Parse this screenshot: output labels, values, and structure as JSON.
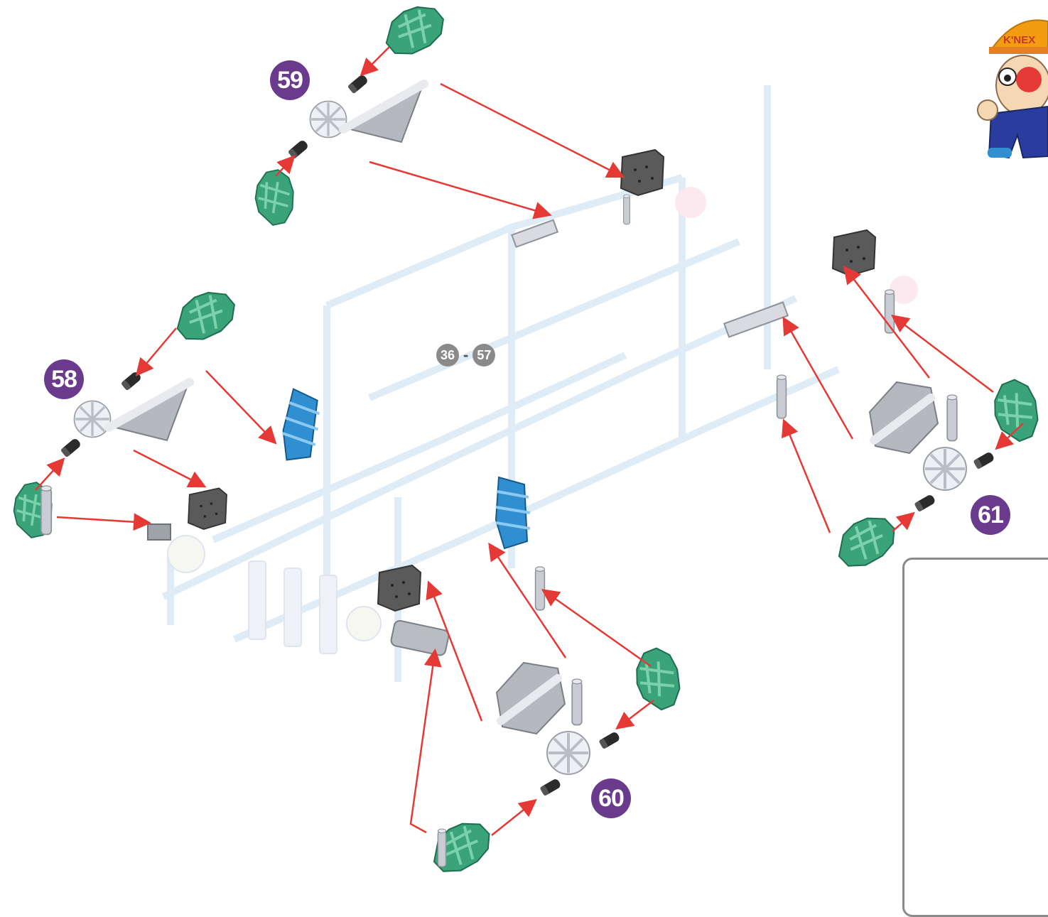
{
  "steps": [
    {
      "label": "59"
    },
    {
      "label": "58"
    },
    {
      "label": "60"
    },
    {
      "label": "61"
    }
  ],
  "range": {
    "start": "36",
    "separator": "-",
    "end": "57"
  },
  "mascot": {
    "logo_text": "K'NEX"
  },
  "colors": {
    "step_badge": "#6a3a8c",
    "arrow": "#e53935",
    "connector_green": "#3aa37a",
    "connector_blue": "#2f8fd1",
    "connector_gray": "#5a5a5a",
    "rod_silver": "#c9ccd2",
    "ghost_frame": "#dce9f5"
  },
  "icons": [
    "green-connector-icon",
    "blue-connector-icon",
    "gray-connector-icon",
    "silver-rod-icon",
    "arrow-icon"
  ]
}
